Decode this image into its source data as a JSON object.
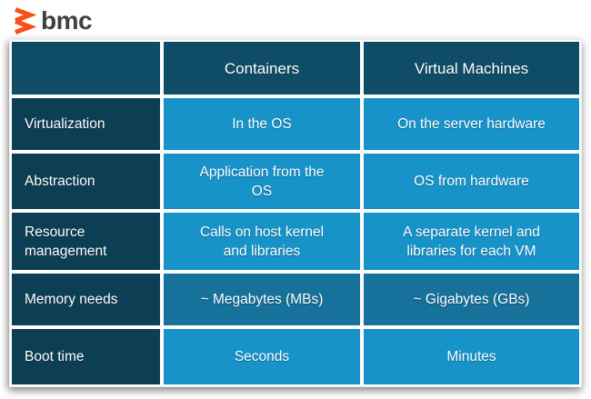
{
  "logo": {
    "text": "bmc",
    "mark": "double-chevron-right"
  },
  "colors": {
    "header_bg": "#0f4d66",
    "label_bg": "#0d3f54",
    "cell_bg": "#1793c9",
    "cell_muted_bg": "#16719b",
    "logo_orange": "#fb4e16",
    "logo_text": "#3f4040"
  },
  "chart_data": {
    "type": "table",
    "title": "Containers vs Virtual Machines comparison",
    "columns": [
      "",
      "Containers",
      "Virtual Machines"
    ],
    "rows": [
      [
        "Virtualization",
        "In the OS",
        "On the server hardware"
      ],
      [
        "Abstraction",
        "Application from the OS",
        "OS from hardware"
      ],
      [
        "Resource management",
        "Calls on host kernel and libraries",
        "A separate kernel and libraries for each VM"
      ],
      [
        "Memory needs",
        "~ Megabytes (MBs)",
        "~ Gigabytes (GBs)"
      ],
      [
        "Boot time",
        "Seconds",
        "Minutes"
      ]
    ],
    "layout": {
      "header_row": true,
      "label_column": true,
      "highlighted_row_index": 3
    }
  }
}
